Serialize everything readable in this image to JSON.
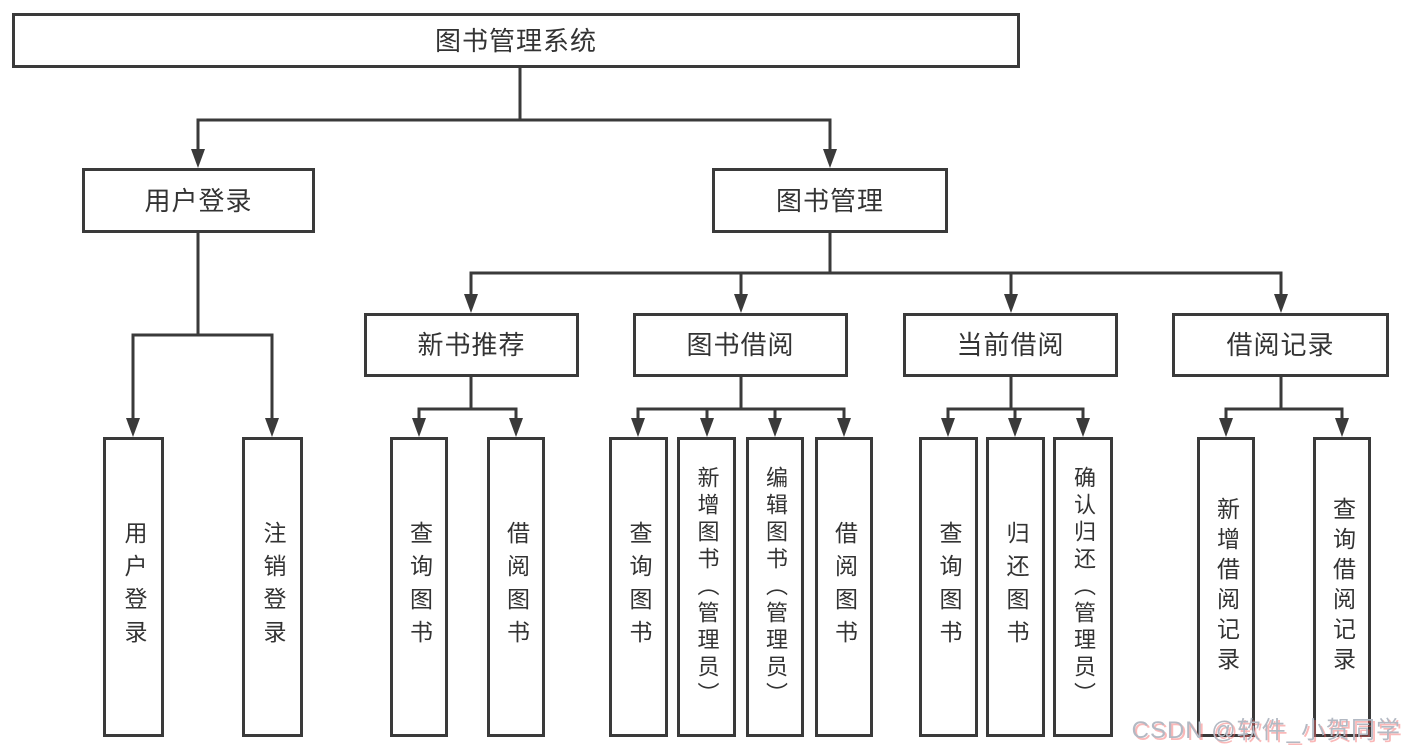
{
  "tree": {
    "label": "图书管理系统",
    "children": [
      {
        "label": "用户登录",
        "children": [
          {
            "label": "用户登录"
          },
          {
            "label": "注销登录"
          }
        ]
      },
      {
        "label": "图书管理",
        "children": [
          {
            "label": "新书推荐",
            "children": [
              {
                "label": "查询图书"
              },
              {
                "label": "借阅图书"
              }
            ]
          },
          {
            "label": "图书借阅",
            "children": [
              {
                "label": "查询图书"
              },
              {
                "label": "新增图书（管理员）"
              },
              {
                "label": "编辑图书（管理员）"
              },
              {
                "label": "借阅图书"
              }
            ]
          },
          {
            "label": "当前借阅",
            "children": [
              {
                "label": "查询图书"
              },
              {
                "label": "归还图书"
              },
              {
                "label": "确认归还（管理员）"
              }
            ]
          },
          {
            "label": "借阅记录",
            "children": [
              {
                "label": "新增借阅记录"
              },
              {
                "label": "查询借阅记录"
              }
            ]
          }
        ]
      }
    ]
  },
  "watermark": {
    "text": "CSDN @软件_小贺同学"
  },
  "colors": {
    "line": "#3a3a3a",
    "text": "#333333",
    "background": "#ffffff",
    "watermark": "#b3b9c3",
    "watermark_accent": "#f46262"
  }
}
